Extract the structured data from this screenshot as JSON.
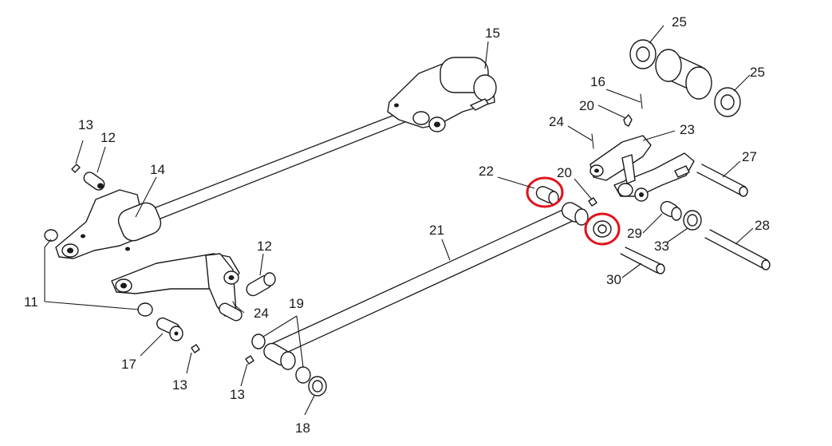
{
  "callouts": {
    "c11": "11",
    "c12a": "12",
    "c12b": "12",
    "c13a": "13",
    "c13b": "13",
    "c13c": "13",
    "c14": "14",
    "c15": "15",
    "c16": "16",
    "c17": "17",
    "c18": "18",
    "c19": "19",
    "c20a": "20",
    "c20b": "20",
    "c21": "21",
    "c22": "22",
    "c23": "23",
    "c24a": "24",
    "c24b": "24",
    "c25a": "25",
    "c25b": "25",
    "c27": "27",
    "c28": "28",
    "c29": "29",
    "c30": "30",
    "c33": "33"
  },
  "colors": {
    "highlight": "#e0141e",
    "ink": "#1a1a1a"
  }
}
